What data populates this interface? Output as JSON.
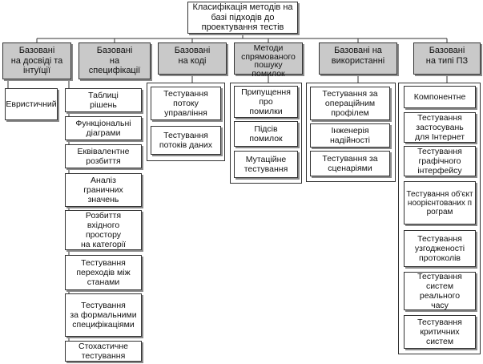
{
  "root": "Класифікація методів на\nбазі підходів до\nпроектування тестів",
  "categories": [
    {
      "label": "Базовані\nна досвіді та\nінтуїції",
      "items": [
        "Евристичний"
      ]
    },
    {
      "label": "Базовані\nна\nспецифікації",
      "items": [
        "Таблиці\nрішень",
        "Функціональні\nдіаграми",
        "Еквівалентне\nрозбиття",
        "Аналіз\nграничних\nзначень",
        "Розбиття\nвхідного\nпростору\nна категорії",
        "Тестування\nпереходів між\nстанами",
        "Тестування\nза формальними\nспецифікаціями",
        "Стохастичне\nтестування"
      ]
    },
    {
      "label": "Базовані\nна коді",
      "items": [
        "Тестування\nпотоку\nуправління",
        "Тестування\nпотоків даних"
      ]
    },
    {
      "label": "Методи\nспрямованого\nпошуку\nпомилок",
      "items": [
        "Припущення про\nпомилки",
        "Підсів\nпомилок",
        "Мутаційне\nтестування"
      ]
    },
    {
      "label": "Базовані на\nвикористанні",
      "items": [
        "Тестування за\nопераційним\nпрофілем",
        "Інженерія\nнадійності",
        "Тестування за\nсценаріями"
      ]
    },
    {
      "label": "Базовані\nна типі ПЗ",
      "items": [
        "Компонентне",
        "Тестування\nзастосувань\nдля Інтернет",
        "Тестування\nграфічного\nінтерфейсу",
        "Тестування\nоб'єктноорієнтованих\nпрограм",
        "Тестування\nузгодженості\nпротоколів",
        "Тестування\nсистем\nреального\nчасу",
        "Тестування\nкритичних\nсистем"
      ]
    }
  ]
}
